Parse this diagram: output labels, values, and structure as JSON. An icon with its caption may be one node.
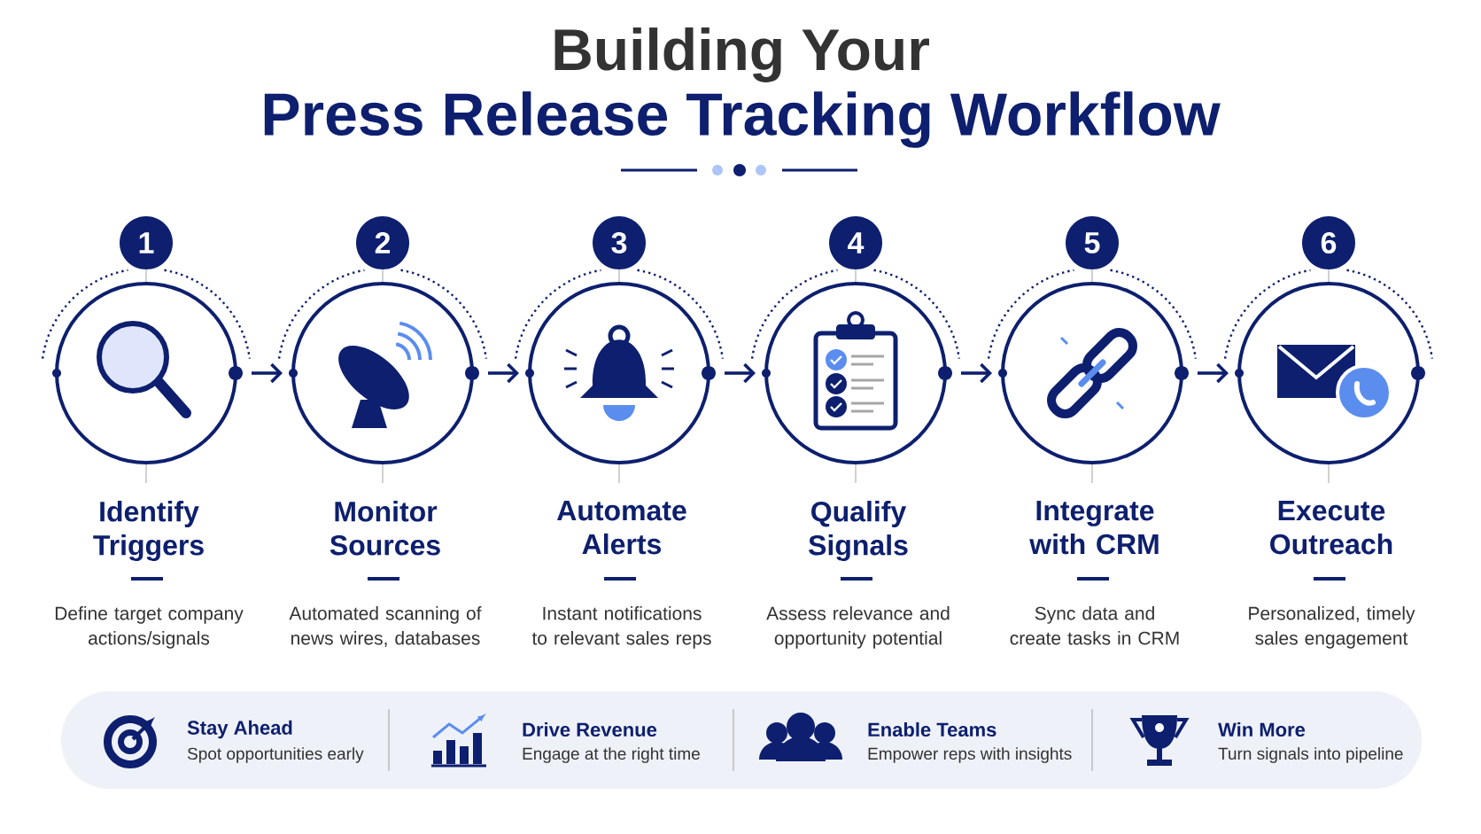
{
  "diagram": {
    "title": "Building Your",
    "nodes": [
      {
        "text": [
          "1",
          "Identify Triggers",
          "Define target company actions/signals"
        ]
      },
      {
        "text": [
          "2",
          "Monitor Sources",
          "Automated scanning of news wires, databases"
        ]
      },
      {
        "text": [
          "3",
          "Automate Alerts",
          "Instant notifications to relevant sales reps"
        ]
      },
      {
        "text": [
          "4",
          "Qualify Signals",
          "Assess relevance and opportunity potential"
        ]
      },
      {
        "text": [
          "5",
          "Integrate with CRM",
          "Sync data and create tasks in CRM"
        ]
      },
      {
        "text": [
          "6",
          "Execute Outreach",
          "Personalized, timely sales engagement"
        ]
      }
    ],
    "edges": [
      {
        "from": 0,
        "to": 1,
        "arrow": "to"
      },
      {
        "from": 1,
        "to": 2,
        "arrow": "to"
      },
      {
        "from": 2,
        "to": 3,
        "arrow": "to"
      },
      {
        "from": 3,
        "to": 4,
        "arrow": "to"
      },
      {
        "from": 4,
        "to": 5,
        "arrow": "to"
      }
    ],
    "labels": [
      "Press Release Tracking Workflow",
      "Stay Ahead",
      "Spot opportunities early",
      "Drive Revenue",
      "Engage at the right time",
      "Enable Teams",
      "Empower reps with insights",
      "Win More",
      "Turn signals into pipeline"
    ]
  }
}
